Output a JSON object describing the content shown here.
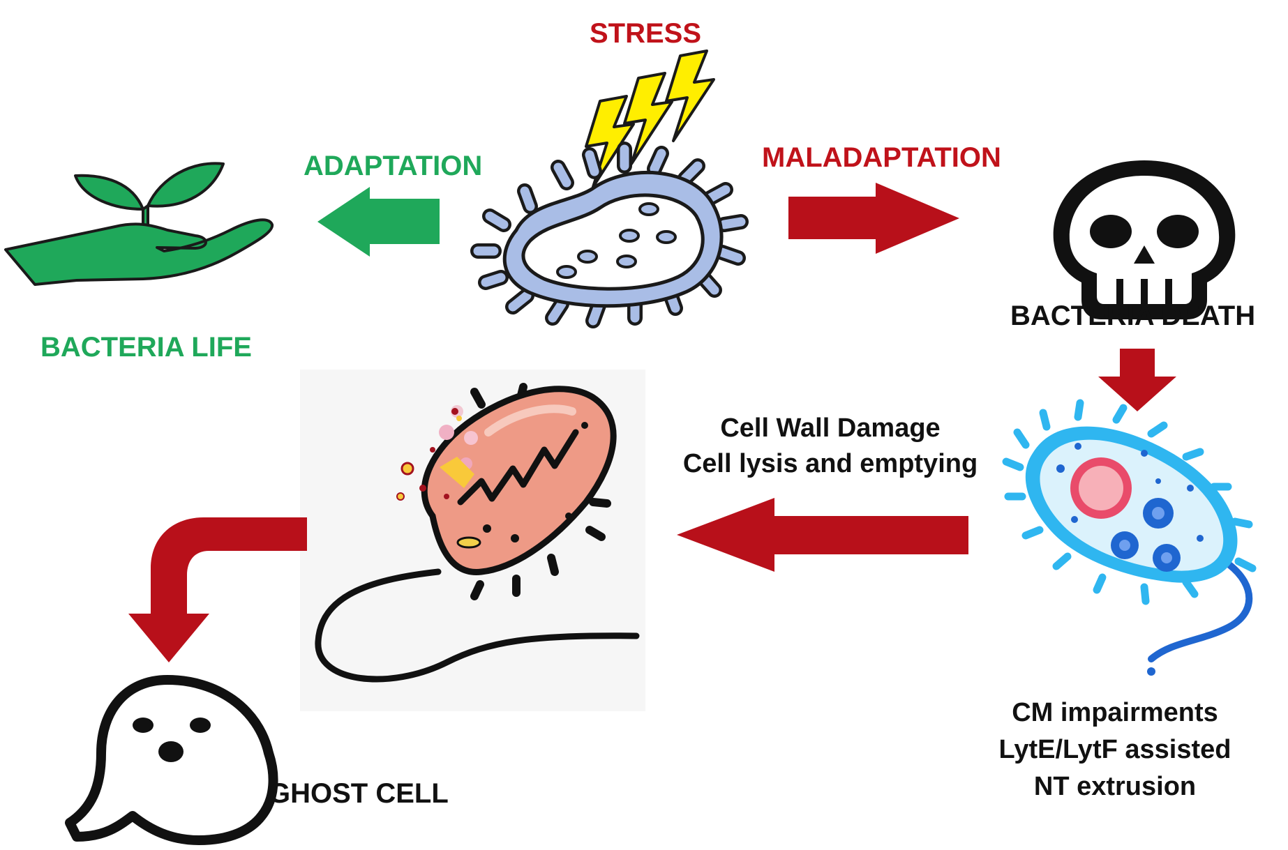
{
  "labels": {
    "stress": "STRESS",
    "adaptation": "ADAPTATION",
    "maladaptation": "MALADAPTATION",
    "bacteria_life": "BACTERIA LIFE",
    "bacteria_death": "BACTERIA DEATH",
    "ghost_cell": "GHOST CELL",
    "cell_wall_line1": "Cell Wall Damage",
    "cell_wall_line2": "Cell lysis and emptying",
    "cm_line1": "CM impairments",
    "cm_line2": "LytE/LytF assisted",
    "cm_line3": "NT extrusion"
  },
  "icons": {
    "stressed_bacterium": "bacterium-icon",
    "plant_hand": "plant-in-hand-icon",
    "skull": "skull-icon",
    "lightning": "lightning-icon",
    "lysing_bacterium": "lysing-bacterium-icon",
    "blue_bacterium": "dying-bacterium-icon",
    "ghost": "ghost-icon"
  },
  "colors": {
    "adaptation_green": "#1fa85a",
    "maladaptation_red": "#c0121a",
    "arrow_red": "#b8101a",
    "bacterium_blue": "#a9bde6",
    "lightning_yellow": "#ffee00",
    "lysing_salmon": "#ee9a86",
    "blue_cell": "#2fb6f0"
  }
}
